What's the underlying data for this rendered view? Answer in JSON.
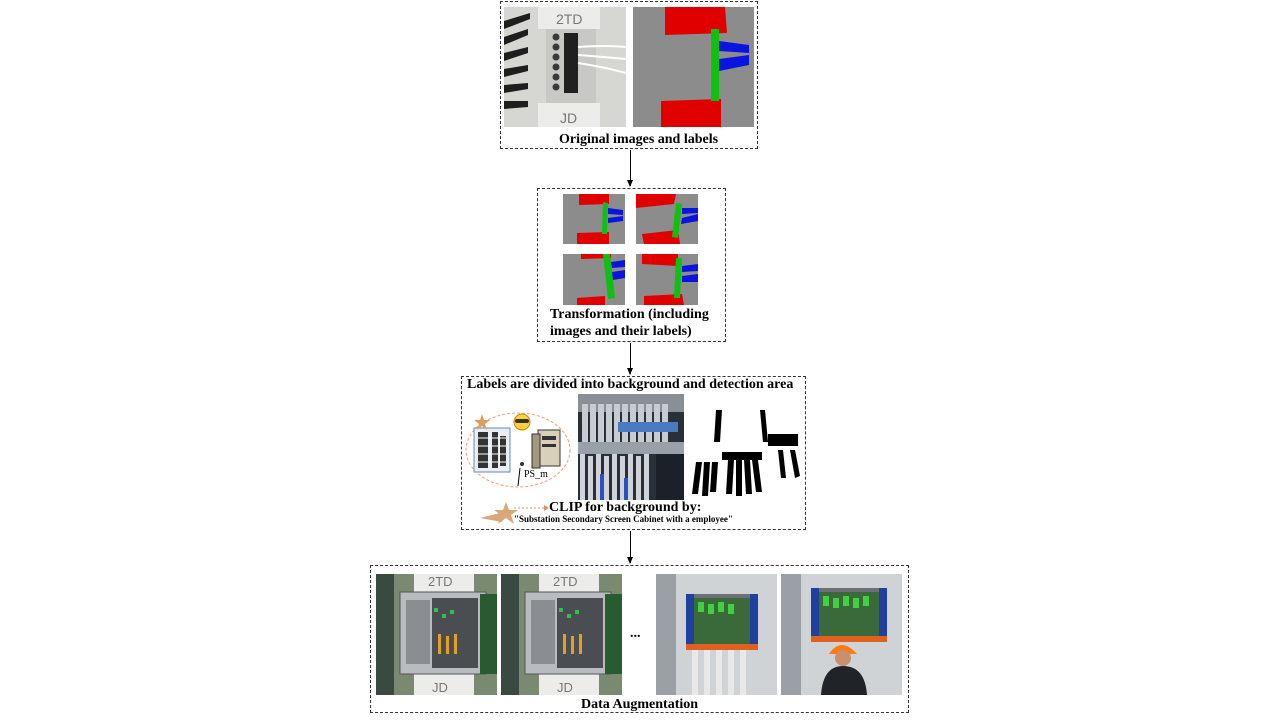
{
  "stage1": {
    "caption": "Original images and labels",
    "photo_text_top": "2TD",
    "photo_text_bottom": "JD"
  },
  "stage2": {
    "caption_line1": "Transformation (including",
    "caption_line2": "images and their labels)"
  },
  "stage3": {
    "title": "Labels are divided into background and detection area",
    "icon_text": "PS_m",
    "clip_line": "CLIP for background by:",
    "prompt": "\"Substation Secondary Screen Cabinet with a employee\""
  },
  "stage4": {
    "caption": "Data Augmentation",
    "ellipsis": "...",
    "photo_text_top": "2TD",
    "photo_text_bottom": "JD"
  },
  "colors": {
    "label_gray": "#8c8c8c",
    "label_red": "#e00000",
    "label_green": "#10c010",
    "label_blue": "#0a14e0"
  }
}
